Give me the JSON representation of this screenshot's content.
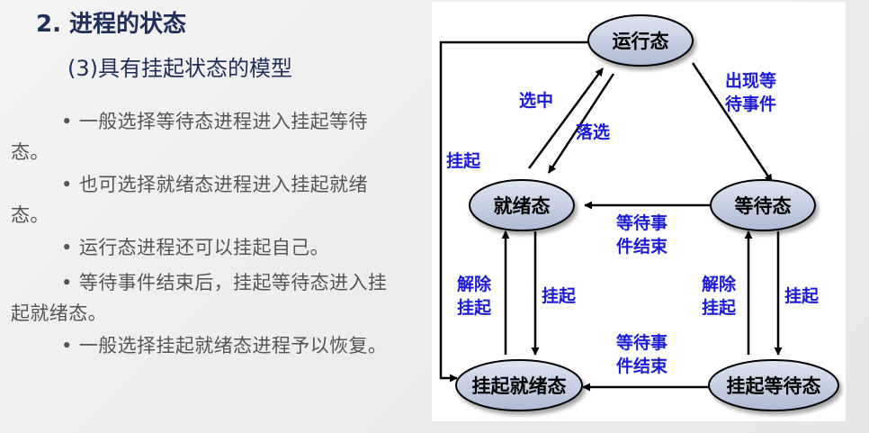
{
  "heading": "2. 进程的状态",
  "subheading": "(3)具有挂起状态的模型",
  "bullets": [
    "• 一般选择等待态进程进入挂起等待态。",
    "• 也可选择就绪态进程进入挂起就绪态。",
    "• 运行态进程还可以挂起自己。",
    "• 等待事件结束后，挂起等待态进入挂起就绪态。",
    "• 一般选择挂起就绪态进程予以恢复。"
  ],
  "diagram": {
    "nodes": {
      "running": "运行态",
      "ready": "就绪态",
      "waiting": "等待态",
      "suspended_ready": "挂起就绪态",
      "suspended_waiting": "挂起等待态"
    },
    "edges": {
      "select": "选中",
      "deselect": "落选",
      "wait_event": [
        "出现等",
        "待事件"
      ],
      "suspend_self": "挂起",
      "event_end_1": [
        "等待事",
        "件结束"
      ],
      "unsuspend_ready": [
        "解除",
        "挂起"
      ],
      "suspend_ready": "挂起",
      "unsuspend_waiting": [
        "解除",
        "挂起"
      ],
      "suspend_waiting": "挂起",
      "event_end_2": [
        "等待事",
        "件结束"
      ]
    }
  }
}
